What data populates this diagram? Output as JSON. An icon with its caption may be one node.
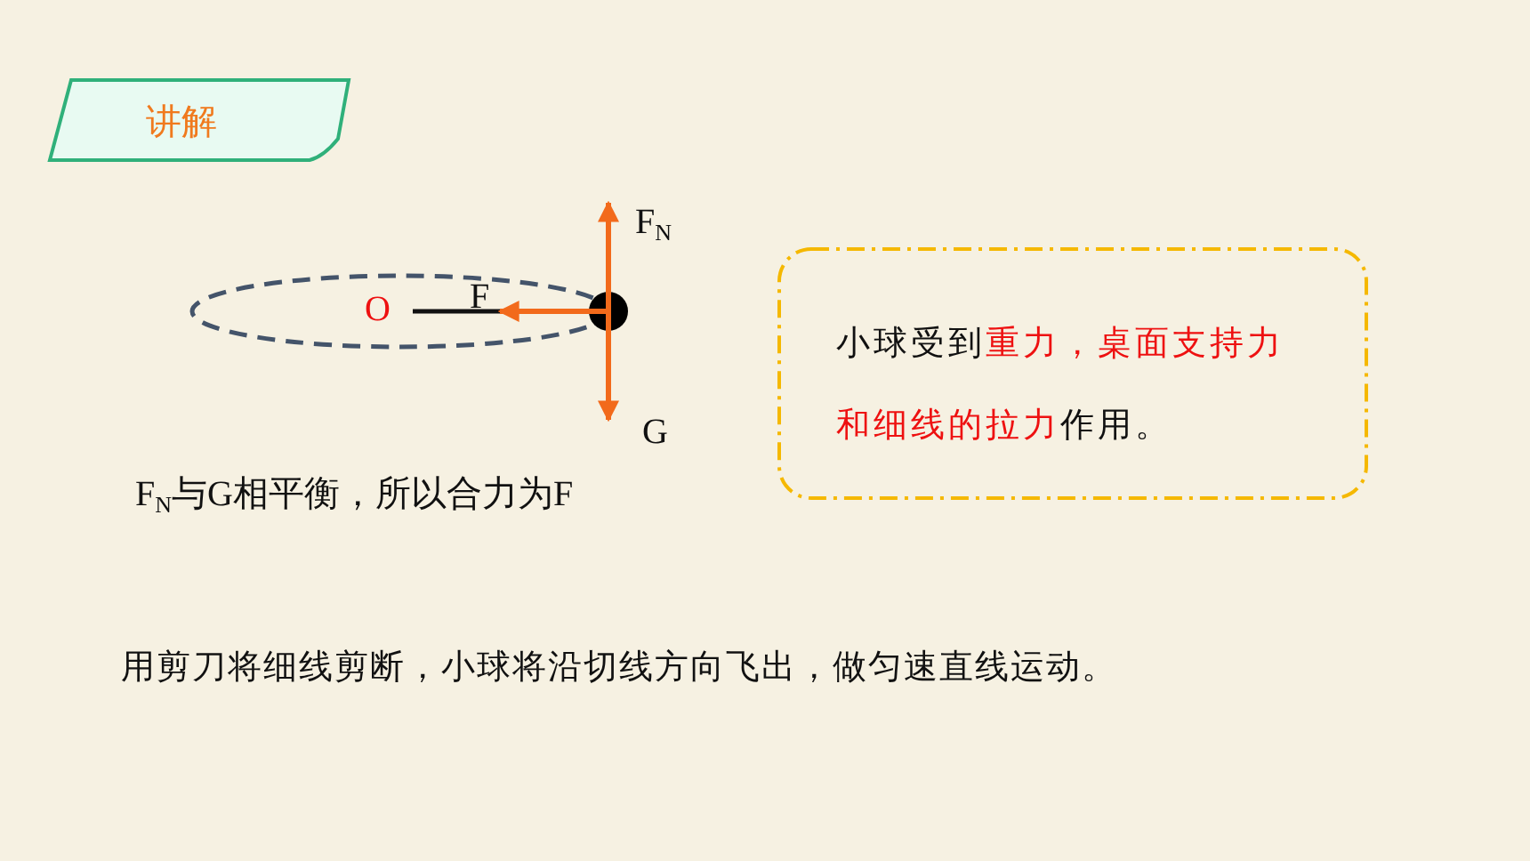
{
  "diagram": {
    "nodes": [
      {
        "text": [
          "讲解"
        ]
      },
      {
        "text": [
          "小球受到重力，桌面支持力和细线的拉力作用。"
        ]
      }
    ],
    "labels": [
      "F$_{N}$",
      "O",
      "F",
      "G",
      "F$_{N}$与G相平衡，所以合力为F",
      "用剪刀将细线剪断，小球将沿切线方向飞出，做匀速直线运动。"
    ]
  }
}
